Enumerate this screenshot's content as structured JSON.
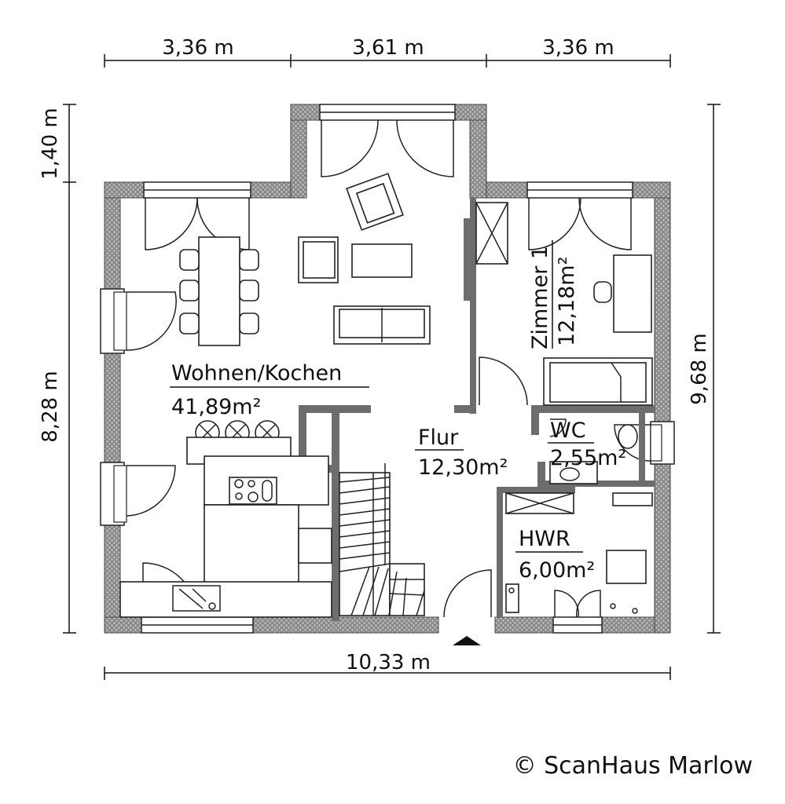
{
  "dimensions": {
    "top_left": "3,36 m",
    "top_middle": "3,61 m",
    "top_right": "3,36 m",
    "bottom": "10,33 m",
    "left_upper": "1,40 m",
    "left_lower": "8,28 m",
    "right": "9,68 m"
  },
  "rooms": {
    "living": {
      "name": "Wohnen/Kochen",
      "area": "41,89m²"
    },
    "hall": {
      "name": "Flur",
      "area": "12,30m²"
    },
    "room1": {
      "name": "Zimmer 1",
      "area": "12,18m²"
    },
    "wc": {
      "name": "WC",
      "area": "2,55m²"
    },
    "utility": {
      "name": "HWR",
      "area": "6,00m²"
    }
  },
  "copyright": "© ScanHaus Marlow",
  "colors": {
    "wall": "#6d6d6d",
    "wall_hatch": "#d6d6d6",
    "line": "#222222"
  }
}
